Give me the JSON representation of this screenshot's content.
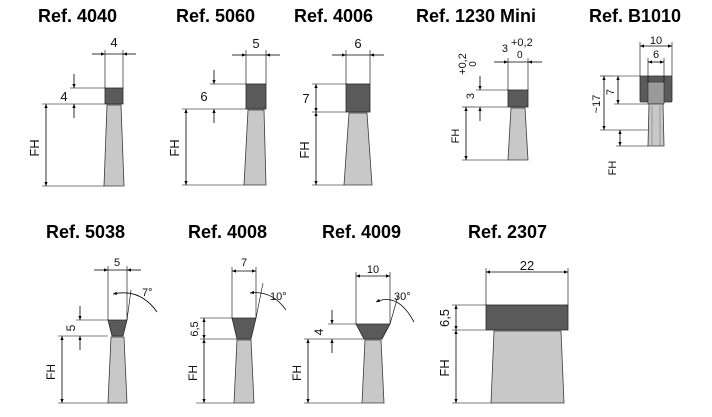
{
  "profiles": [
    {
      "title": "Ref. 4040",
      "width": "4",
      "height": "4",
      "free_height": "FH"
    },
    {
      "title": "Ref. 5060",
      "width": "5",
      "height": "6",
      "free_height": "FH"
    },
    {
      "title": "Ref. 4006",
      "width": "6",
      "height": "7",
      "free_height": "FH"
    },
    {
      "title": "Ref. 1230 Mini",
      "width": "3",
      "width_tol_upper": "+0,2",
      "width_tol_lower": "0",
      "height": "3",
      "height_tol_upper": "+0,2",
      "height_tol_lower": "0",
      "free_height": "FH"
    },
    {
      "title": "Ref. B1010",
      "width_outer": "10",
      "width_inner": "6",
      "height": "7",
      "overall": "~17",
      "free_height": "FH"
    },
    {
      "title": "Ref. 5038",
      "width": "5",
      "height": "5",
      "angle": "7°",
      "free_height": "FH"
    },
    {
      "title": "Ref. 4008",
      "width": "7",
      "height": "6,5",
      "angle": "10°",
      "free_height": "FH"
    },
    {
      "title": "Ref. 4009",
      "width": "10",
      "height": "4",
      "angle": "30°",
      "free_height": "FH"
    },
    {
      "title": "Ref. 2307",
      "width": "22",
      "height": "6,5",
      "free_height": "FH"
    }
  ]
}
